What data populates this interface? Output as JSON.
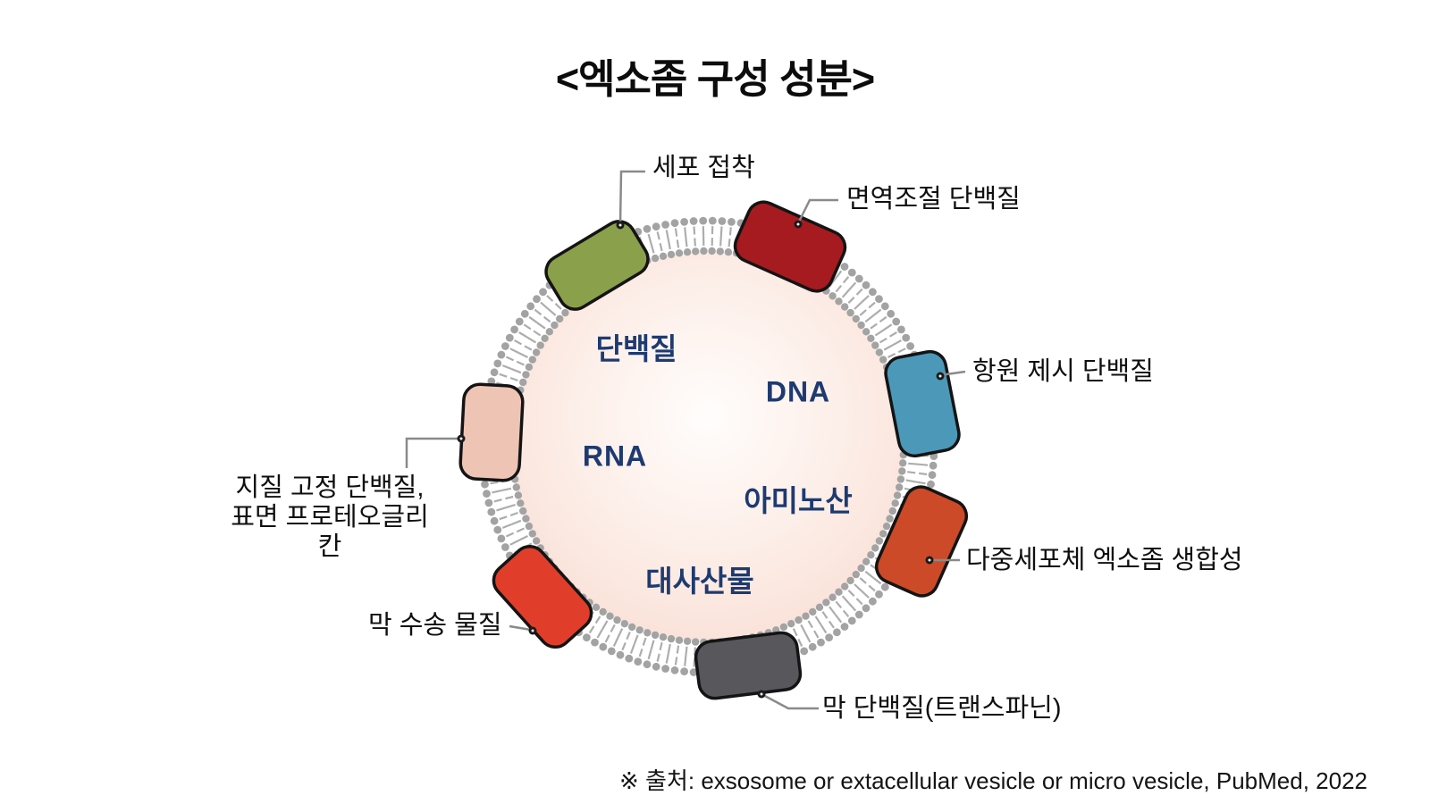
{
  "title": "<엑소좀 구성 성분>",
  "source_note": "※ 출처: exsosome or extacellular vesicle or micro vesicle, PubMed, 2022",
  "interior_contents": {
    "protein": "단백질",
    "dna": "DNA",
    "rna": "RNA",
    "amino_acid": "아미노산",
    "metabolite": "대사산물"
  },
  "membrane_proteins": [
    {
      "id": "cell-adhesion",
      "label": "세포 접착",
      "color": "#8ba04a"
    },
    {
      "id": "immune-regulation",
      "label": "면역조절 단백질",
      "color": "#a61b20"
    },
    {
      "id": "antigen-presenting",
      "label": "항원 제시 단백질",
      "color": "#4c98b8"
    },
    {
      "id": "mvb-biosynthesis",
      "label": "다중세포체 엑소좀 생합성",
      "color": "#cc4a28"
    },
    {
      "id": "membrane-protein",
      "label": "막 단백질(트랜스파닌)",
      "color": "#58575c"
    },
    {
      "id": "membrane-transport",
      "label": "막 수송 물질",
      "color": "#e03e2b"
    },
    {
      "id": "lipid-anchored",
      "label": "지질 고정 단백질,",
      "label2": "표면 프로테오글리칸",
      "color": "#eec4b4"
    }
  ],
  "colors": {
    "interior_text": "#1e3a70",
    "membrane_head": "#a3a3a3",
    "membrane_tail": "#adadad",
    "leader_line": "#8a8a8a",
    "leader_dot": "#1a1a1a",
    "protein_outline": "#141414"
  }
}
